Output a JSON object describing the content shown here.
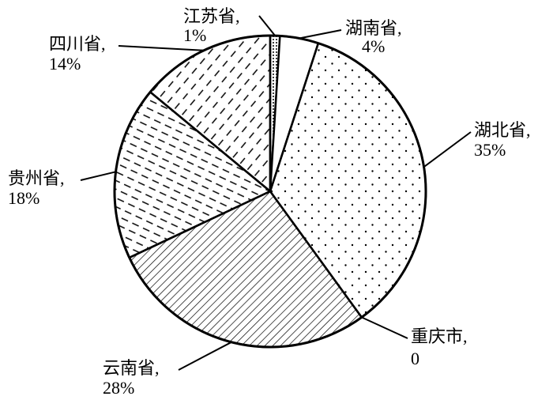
{
  "chart_data": {
    "type": "pie",
    "start_position": "top",
    "direction": "clockwise",
    "slices": [
      {
        "label": "江苏省,",
        "value_label": "1%",
        "value": 1,
        "pattern": "dots-dense",
        "key": "jiangsu"
      },
      {
        "label": "湖南省,",
        "value_label": "4%",
        "value": 4,
        "pattern": "none",
        "key": "hunan"
      },
      {
        "label": "湖北省,",
        "value_label": "35%",
        "value": 35,
        "pattern": "dots",
        "key": "hubei"
      },
      {
        "label": "重庆市,",
        "value_label": "0",
        "value": 0,
        "pattern": "none",
        "key": "chongqing"
      },
      {
        "label": "云南省,",
        "value_label": "28%",
        "value": 28,
        "pattern": "diagonal-lines",
        "key": "yunnan"
      },
      {
        "label": "贵州省,",
        "value_label": "18%",
        "value": 18,
        "pattern": "dashes-horizontal",
        "key": "guizhou"
      },
      {
        "label": "四川省,",
        "value_label": "14%",
        "value": 14,
        "pattern": "dashes-diagonal",
        "key": "sichuan"
      }
    ]
  }
}
